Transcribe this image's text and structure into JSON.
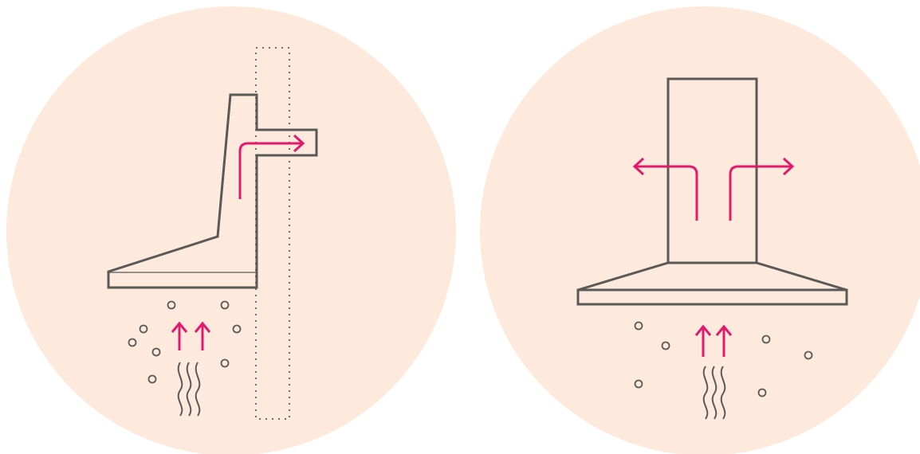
{
  "colors": {
    "background": "#ffffff",
    "circle_fill": "#fdeadc",
    "outline": "#595959",
    "arrow": "#e5196b",
    "wall_dots": "#6b6b6b"
  },
  "panels": [
    {
      "name": "ducted-wall-hood",
      "icon": "ducted-extractor-hood-illustration",
      "airflow": "vented-outside-through-wall"
    },
    {
      "name": "recirculating-chimney-hood",
      "icon": "recirculating-extractor-hood-illustration",
      "airflow": "recirculated-back-into-kitchen"
    }
  ]
}
